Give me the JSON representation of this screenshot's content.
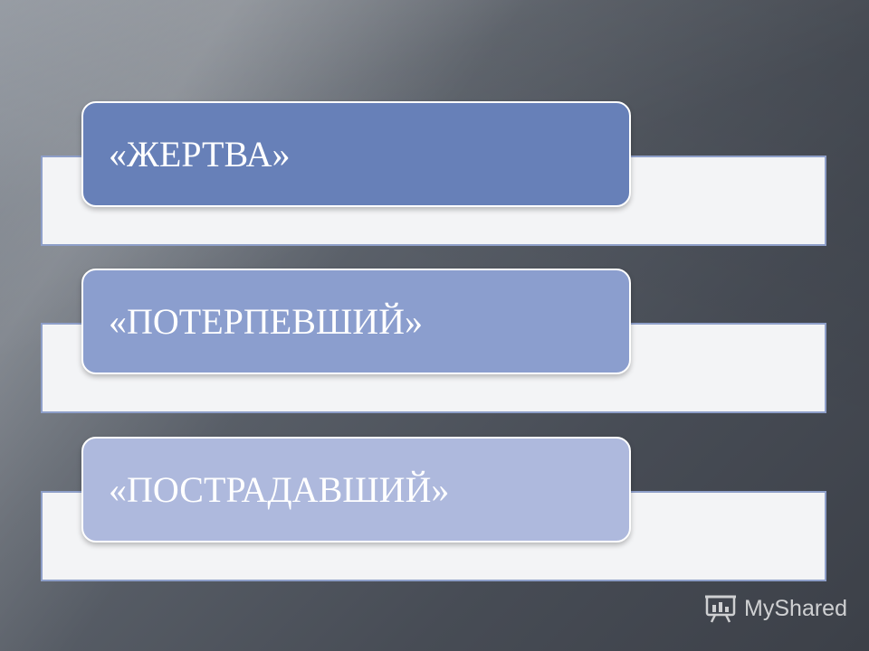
{
  "items": [
    {
      "label": "«ЖЕРТВА»"
    },
    {
      "label": "«ПОТЕРПЕВШИЙ»"
    },
    {
      "label": "«ПОСТРАДАВШИЙ»"
    }
  ],
  "watermark": {
    "text": "MyShared",
    "icon": "presentation-board-icon"
  },
  "colors": {
    "box1": "#6780b8",
    "box2": "#8b9ece",
    "box3": "#aeb9dd",
    "back_fill": "#f3f4f6",
    "back_border": "#8e9fc9"
  }
}
